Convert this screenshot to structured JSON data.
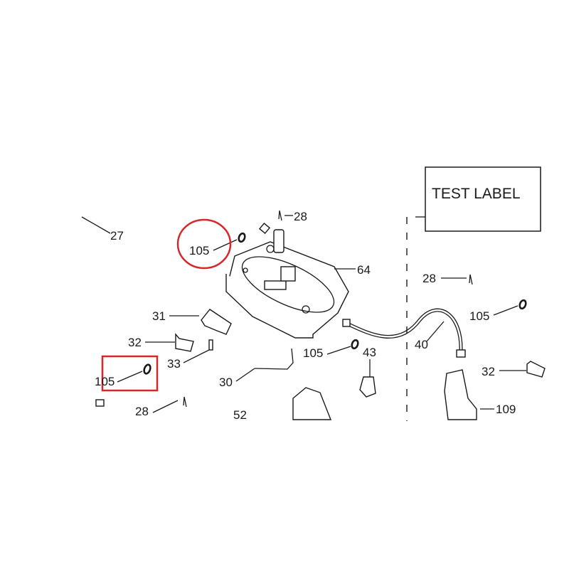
{
  "diagram": {
    "test_label": "TEST LABEL",
    "callouts": {
      "hose_left": "27",
      "clip_top": "28",
      "oring_circled": "105",
      "housing": "64",
      "switch": "31",
      "bracket_left": "32",
      "spring": "33",
      "oring_boxed": "105",
      "rod": "30",
      "oring_center": "105",
      "microswitch": "43",
      "clip_bottom": "28",
      "part_52": "52",
      "clip_right": "28",
      "oring_right": "105",
      "hose_right": "40",
      "bracket_right": "32",
      "support": "109"
    },
    "highlight_colors": {
      "circle": "#d9262b",
      "box": "#d9262b"
    }
  }
}
